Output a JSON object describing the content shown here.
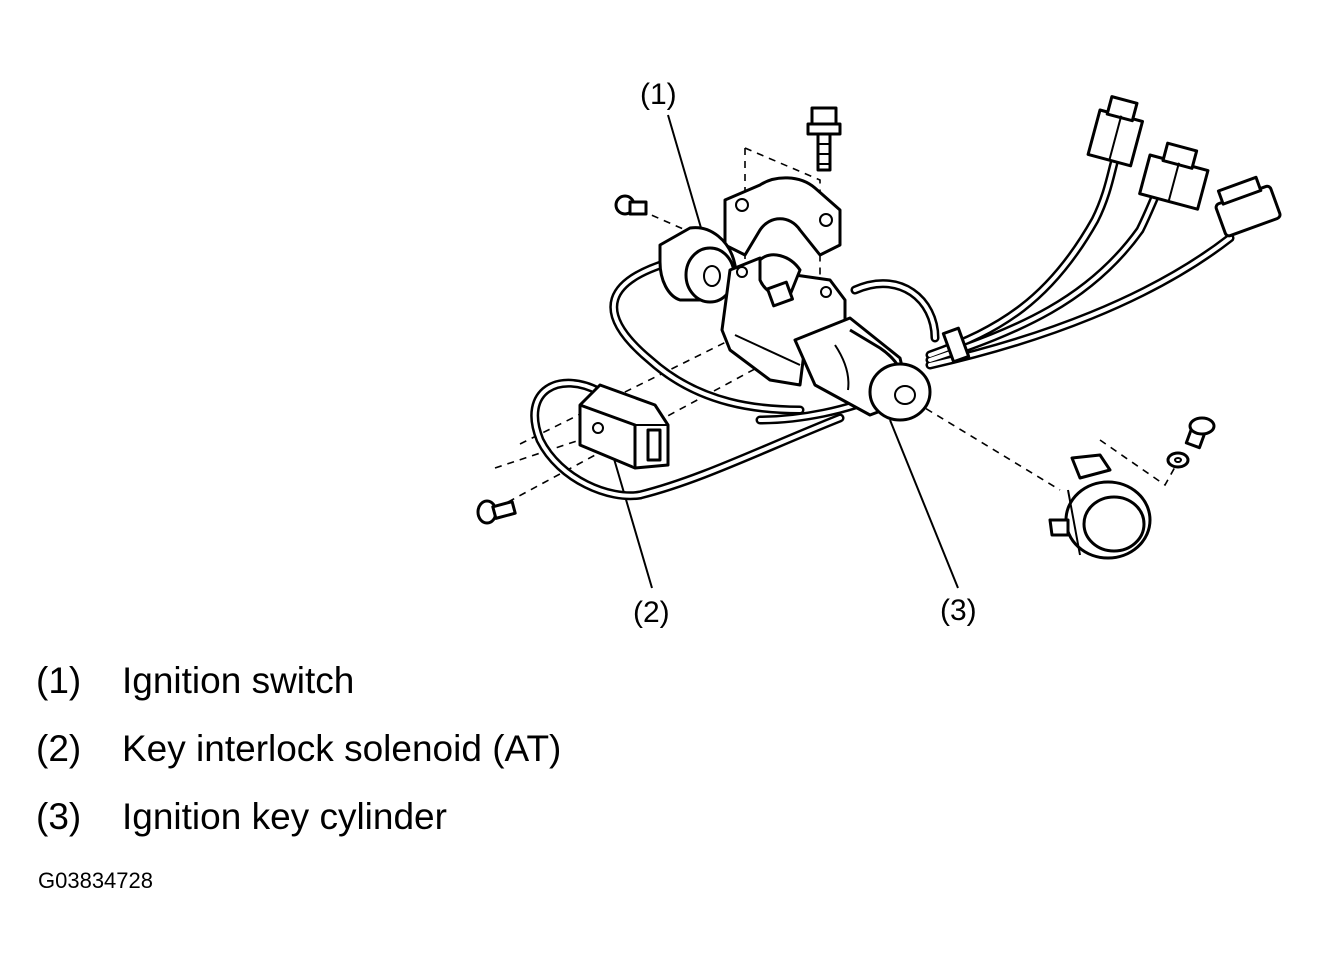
{
  "callouts": {
    "c1": "(1)",
    "c2": "(2)",
    "c3": "(3)"
  },
  "legend": [
    {
      "num": "(1)",
      "label": "Ignition switch"
    },
    {
      "num": "(2)",
      "label": "Key interlock solenoid (AT)"
    },
    {
      "num": "(3)",
      "label": "Ignition key cylinder"
    }
  ],
  "figure_code": "G03834728"
}
